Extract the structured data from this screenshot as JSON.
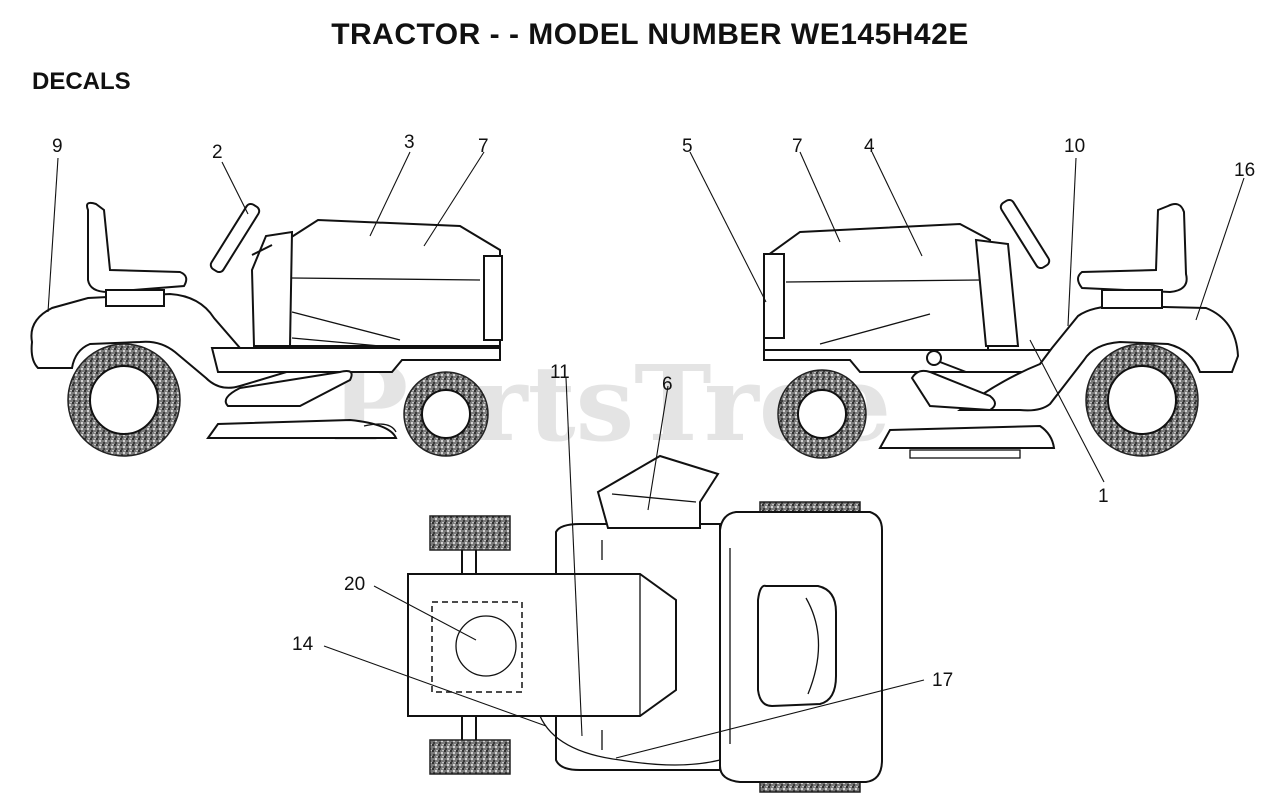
{
  "header": {
    "title": "TRACTOR - - MODEL NUMBER WE145H42E",
    "section": "DECALS"
  },
  "watermark": "PartsTree",
  "callouts": {
    "c1": "1",
    "c2": "2",
    "c3": "3",
    "c4": "4",
    "c5": "5",
    "c6": "6",
    "c7a": "7",
    "c7b": "7",
    "c9": "9",
    "c10": "10",
    "c11": "11",
    "c14": "14",
    "c16": "16",
    "c17": "17",
    "c20": "20"
  }
}
